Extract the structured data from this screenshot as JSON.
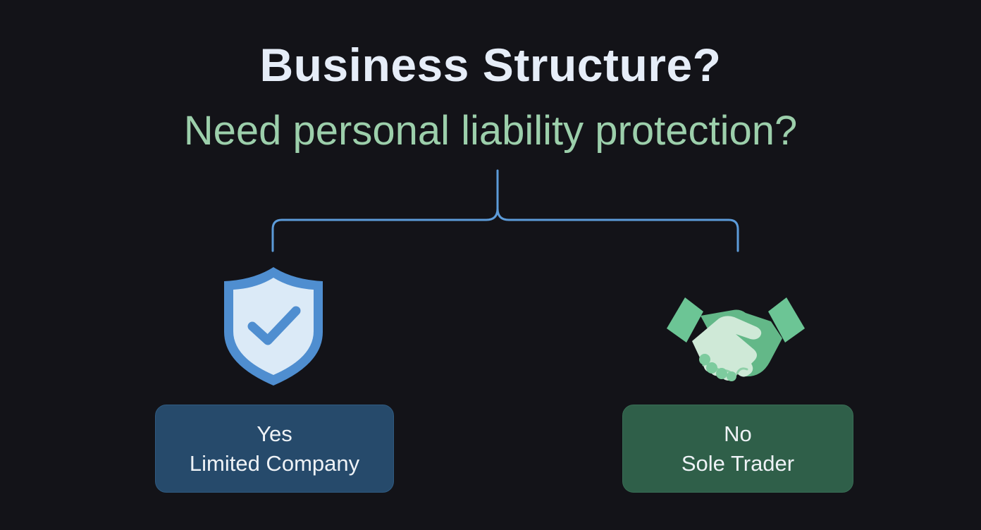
{
  "title": "Business Structure?",
  "question": "Need personal liability protection?",
  "options": [
    {
      "answer": "Yes",
      "result": "Limited Company",
      "icon": "shield-check-icon",
      "color": "#264a6b"
    },
    {
      "answer": "No",
      "result": "Sole Trader",
      "icon": "handshake-icon",
      "color": "#2f5f49"
    }
  ],
  "colors": {
    "background": "#131318",
    "title": "#e6edf8",
    "question": "#9ccfab",
    "connector": "#5c9bd9"
  }
}
